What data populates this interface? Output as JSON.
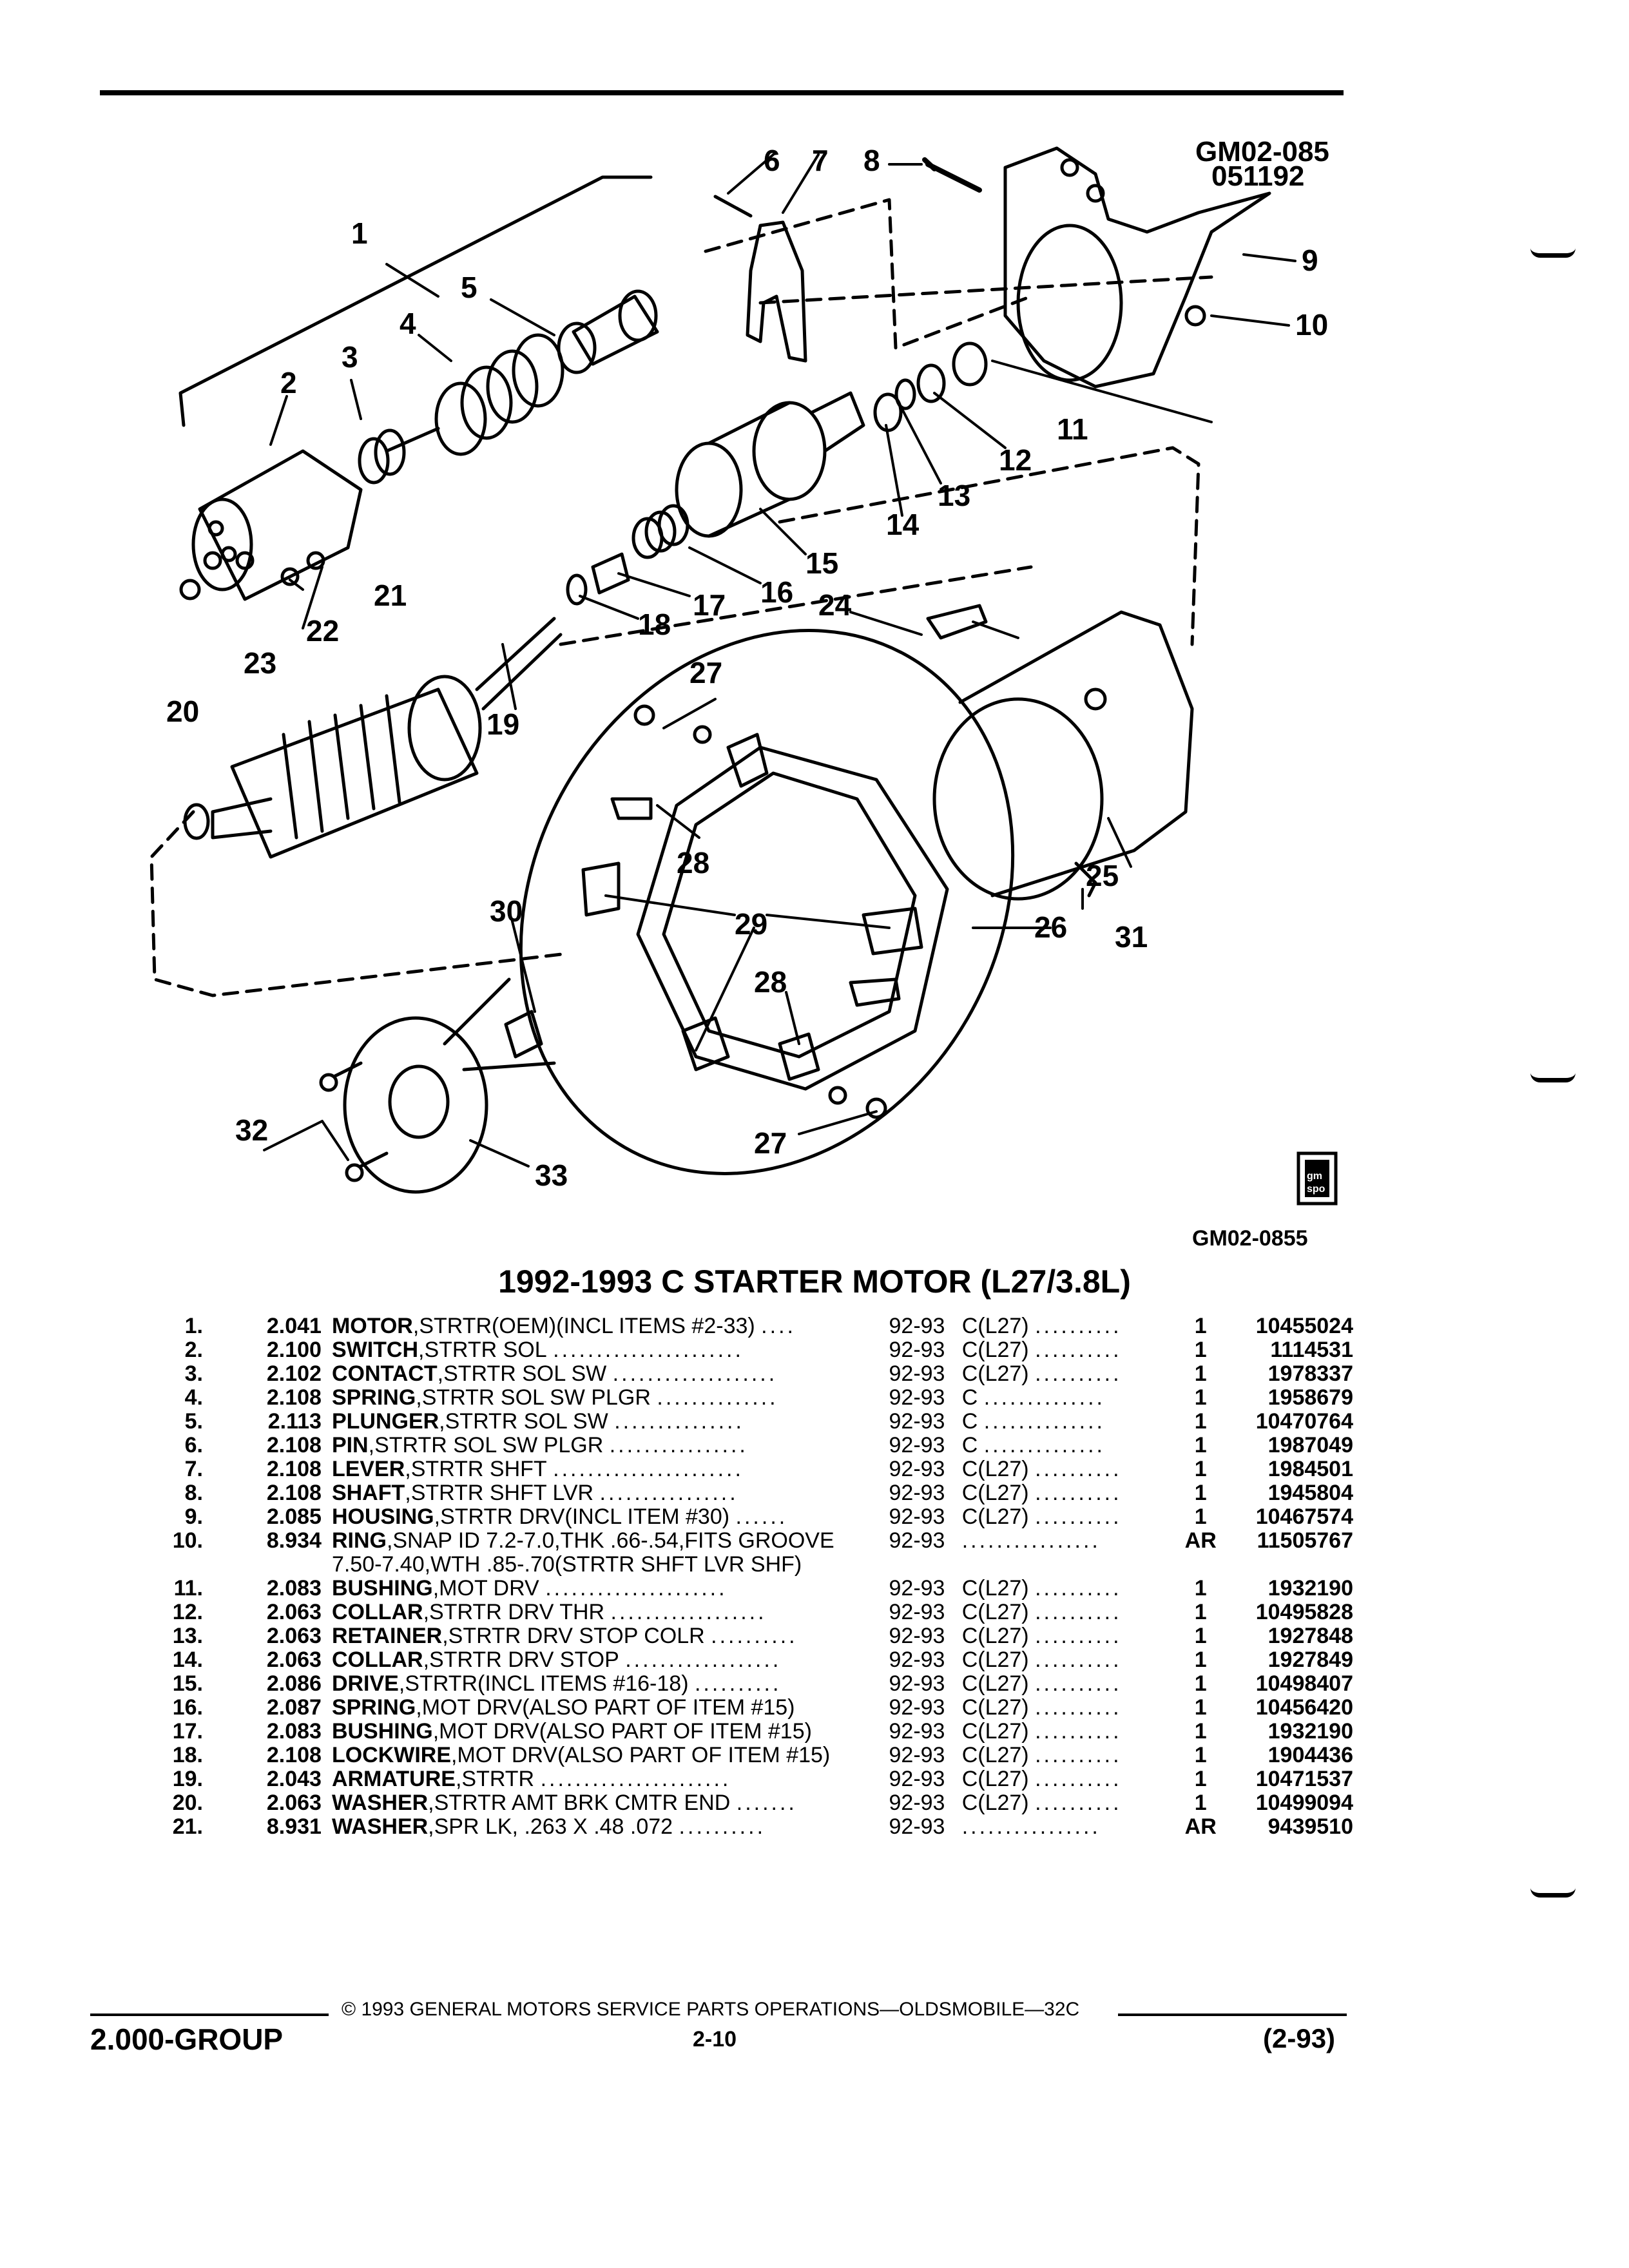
{
  "figure": {
    "id_top": "GM02-085",
    "date_code": "051192",
    "id_bottom": "GM02-0855",
    "logo_text": "gm spo",
    "callouts": [
      "1",
      "2",
      "3",
      "4",
      "5",
      "6",
      "7",
      "8",
      "9",
      "10",
      "11",
      "12",
      "13",
      "14",
      "15",
      "16",
      "17",
      "18",
      "19",
      "20",
      "21",
      "22",
      "23",
      "24",
      "25",
      "26",
      "27",
      "28",
      "29",
      "30",
      "31",
      "32",
      "33",
      "27",
      "28"
    ]
  },
  "title": "1992-1993 C STARTER MOTOR (L27/3.8L)",
  "parts": [
    {
      "no": "1.",
      "code": "2.041",
      "name": "MOTOR",
      "desc": ",STRTR(OEM)(INCL ITEMS #2-33)",
      "dots": "....",
      "yr": "92-93",
      "model": "C(L27)",
      "dots2": "..........",
      "qty": "1",
      "pn": "10455024"
    },
    {
      "no": "2.",
      "code": "2.100",
      "name": "SWITCH",
      "desc": ",STRTR SOL",
      "dots": "......................",
      "yr": "92-93",
      "model": "C(L27)",
      "dots2": "..........",
      "qty": "1",
      "pn": "1114531"
    },
    {
      "no": "3.",
      "code": "2.102",
      "name": "CONTACT",
      "desc": ",STRTR SOL SW",
      "dots": "...................",
      "yr": "92-93",
      "model": "C(L27)",
      "dots2": "..........",
      "qty": "1",
      "pn": "1978337"
    },
    {
      "no": "4.",
      "code": "2.108",
      "name": "SPRING",
      "desc": ",STRTR SOL SW PLGR",
      "dots": "..............",
      "yr": "92-93",
      "model": "C",
      "dots2": "..............",
      "qty": "1",
      "pn": "1958679"
    },
    {
      "no": "5.",
      "code": "2.113",
      "name": "PLUNGER",
      "desc": ",STRTR SOL SW",
      "dots": "...............",
      "yr": "92-93",
      "model": "C",
      "dots2": "..............",
      "qty": "1",
      "pn": "10470764"
    },
    {
      "no": "6.",
      "code": "2.108",
      "name": "PIN",
      "desc": ",STRTR SOL SW PLGR",
      "dots": "................",
      "yr": "92-93",
      "model": "C",
      "dots2": "..............",
      "qty": "1",
      "pn": "1987049"
    },
    {
      "no": "7.",
      "code": "2.108",
      "name": "LEVER",
      "desc": ",STRTR SHFT",
      "dots": "......................",
      "yr": "92-93",
      "model": "C(L27)",
      "dots2": "..........",
      "qty": "1",
      "pn": "1984501"
    },
    {
      "no": "8.",
      "code": "2.108",
      "name": "SHAFT",
      "desc": ",STRTR SHFT LVR",
      "dots": "................",
      "yr": "92-93",
      "model": "C(L27)",
      "dots2": "..........",
      "qty": "1",
      "pn": "1945804"
    },
    {
      "no": "9.",
      "code": "2.085",
      "name": "HOUSING",
      "desc": ",STRTR DRV(INCL ITEM #30)",
      "dots": "......",
      "yr": "92-93",
      "model": "C(L27)",
      "dots2": "..........",
      "qty": "1",
      "pn": "10467574"
    },
    {
      "no": "10.",
      "code": "8.934",
      "name": "RING",
      "desc": ",SNAP ID 7.2-7.0,THK .66-.54,FITS GROOVE 7.50-7.40,WTH .85-.70(STRTR SHFT LVR SHF)",
      "dots": "",
      "yr": "92-93",
      "model": "",
      "dots2": "................",
      "qty": "AR",
      "pn": "11505767"
    },
    {
      "no": "11.",
      "code": "2.083",
      "name": "BUSHING",
      "desc": ",MOT DRV",
      "dots": ".....................",
      "yr": "92-93",
      "model": "C(L27)",
      "dots2": "..........",
      "qty": "1",
      "pn": "1932190"
    },
    {
      "no": "12.",
      "code": "2.063",
      "name": "COLLAR",
      "desc": ",STRTR DRV THR",
      "dots": "..................",
      "yr": "92-93",
      "model": "C(L27)",
      "dots2": "..........",
      "qty": "1",
      "pn": "10495828"
    },
    {
      "no": "13.",
      "code": "2.063",
      "name": "RETAINER",
      "desc": ",STRTR DRV STOP COLR",
      "dots": "..........",
      "yr": "92-93",
      "model": "C(L27)",
      "dots2": "..........",
      "qty": "1",
      "pn": "1927848"
    },
    {
      "no": "14.",
      "code": "2.063",
      "name": "COLLAR",
      "desc": ",STRTR DRV STOP",
      "dots": "..................",
      "yr": "92-93",
      "model": "C(L27)",
      "dots2": "..........",
      "qty": "1",
      "pn": "1927849"
    },
    {
      "no": "15.",
      "code": "2.086",
      "name": "DRIVE",
      "desc": ",STRTR(INCL ITEMS #16-18)",
      "dots": "..........",
      "yr": "92-93",
      "model": "C(L27)",
      "dots2": "..........",
      "qty": "1",
      "pn": "10498407"
    },
    {
      "no": "16.",
      "code": "2.087",
      "name": "SPRING",
      "desc": ",MOT DRV(ALSO PART OF ITEM #15)",
      "dots": "",
      "yr": "92-93",
      "model": "C(L27)",
      "dots2": "..........",
      "qty": "1",
      "pn": "10456420"
    },
    {
      "no": "17.",
      "code": "2.083",
      "name": "BUSHING",
      "desc": ",MOT DRV(ALSO PART OF ITEM #15)",
      "dots": "",
      "yr": "92-93",
      "model": "C(L27)",
      "dots2": "..........",
      "qty": "1",
      "pn": "1932190"
    },
    {
      "no": "18.",
      "code": "2.108",
      "name": "LOCKWIRE",
      "desc": ",MOT DRV(ALSO PART OF ITEM #15)",
      "dots": "",
      "yr": "92-93",
      "model": "C(L27)",
      "dots2": "..........",
      "qty": "1",
      "pn": "1904436"
    },
    {
      "no": "19.",
      "code": "2.043",
      "name": "ARMATURE",
      "desc": ",STRTR",
      "dots": "......................",
      "yr": "92-93",
      "model": "C(L27)",
      "dots2": "..........",
      "qty": "1",
      "pn": "10471537"
    },
    {
      "no": "20.",
      "code": "2.063",
      "name": "WASHER",
      "desc": ",STRTR AMT BRK CMTR END",
      "dots": ".......",
      "yr": "92-93",
      "model": "C(L27)",
      "dots2": "..........",
      "qty": "1",
      "pn": "10499094"
    },
    {
      "no": "21.",
      "code": "8.931",
      "name": "WASHER",
      "desc": ",SPR LK, .263 X .48 .072",
      "dots": "..........",
      "yr": "92-93",
      "model": "",
      "dots2": "................",
      "qty": "AR",
      "pn": "9439510"
    }
  ],
  "footer": {
    "copyright": "© 1993 GENERAL MOTORS SERVICE PARTS OPERATIONS—OLDSMOBILE—32C",
    "group": "2.000-GROUP",
    "page": "2-10",
    "revision": "(2-93)"
  }
}
